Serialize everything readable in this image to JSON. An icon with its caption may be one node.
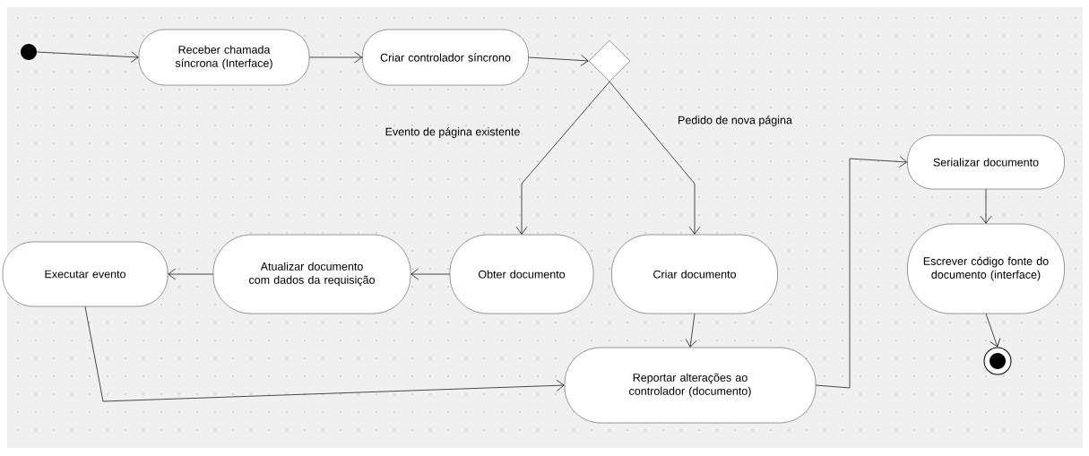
{
  "diagram": {
    "nodes": [
      {
        "text": [],
        "shape": "circle"
      },
      {
        "text": [
          "Receber chamada síncrona (Interface)"
        ]
      },
      {
        "text": [
          "Criar controlador síncrono"
        ]
      },
      {
        "text": [],
        "shape": "diamond"
      },
      {
        "text": [
          "Obter documento"
        ]
      },
      {
        "text": [
          "Criar documento"
        ]
      },
      {
        "text": [
          "Atualizar documento com dados da requisição"
        ]
      },
      {
        "text": [
          "Executar evento"
        ]
      },
      {
        "text": [
          "Reportar alterações ao controlador (documento)"
        ]
      },
      {
        "text": [
          "Serializar documento"
        ]
      },
      {
        "text": [
          "Escrever código fonte do documento (interface)"
        ]
      },
      {
        "text": [],
        "shape": "bullseye"
      }
    ],
    "edges": [
      {
        "from": 0,
        "to": 1,
        "arrow": "to"
      },
      {
        "from": 1,
        "to": 2,
        "arrow": "to"
      },
      {
        "from": 2,
        "to": 3,
        "arrow": "to"
      },
      {
        "from": 3,
        "to": 4,
        "arrow": "to",
        "label": "Evento de página existente"
      },
      {
        "from": 3,
        "to": 5,
        "arrow": "to",
        "label": "Pedido de nova página"
      },
      {
        "from": 4,
        "to": 6,
        "arrow": "to"
      },
      {
        "from": 6,
        "to": 7,
        "arrow": "to"
      },
      {
        "from": 7,
        "to": 8,
        "arrow": "to"
      },
      {
        "from": 5,
        "to": 8,
        "arrow": "to"
      },
      {
        "from": 8,
        "to": 9,
        "arrow": "to"
      },
      {
        "from": 9,
        "to": 10,
        "arrow": "to"
      },
      {
        "from": 10,
        "to": 11,
        "arrow": "to"
      }
    ]
  }
}
